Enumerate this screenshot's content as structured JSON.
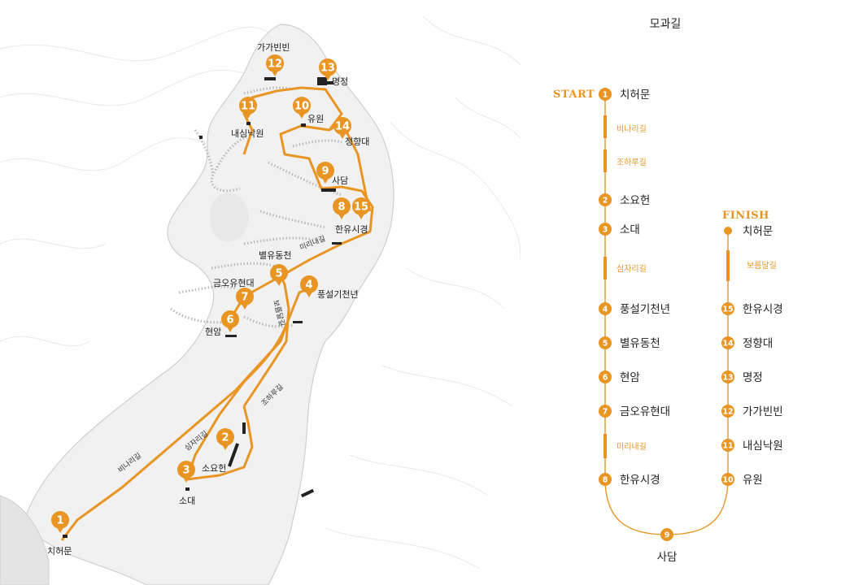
{
  "colors": {
    "accent": "#e89524",
    "terrain": "#e6e6e6",
    "trail": "#b5b5b5",
    "building": "#222222"
  },
  "map": {
    "places": [
      {
        "id": "chiheomun",
        "label": "치허문"
      },
      {
        "id": "sodae",
        "label": "소대"
      },
      {
        "id": "soyoheon",
        "label": "소요헌"
      },
      {
        "id": "hyeonam",
        "label": "현암"
      },
      {
        "id": "geumouhyeondae",
        "label": "금오유현대"
      },
      {
        "id": "byeolyudongcheon",
        "label": "별유동천"
      },
      {
        "id": "pungseolgicheonnyeon",
        "label": "풍설기천년"
      },
      {
        "id": "hanyusigyeong",
        "label": "한유시경"
      },
      {
        "id": "sadam",
        "label": "사담"
      },
      {
        "id": "jeonghyangdae",
        "label": "정향대"
      },
      {
        "id": "yuwon",
        "label": "유원"
      },
      {
        "id": "naesimnagwon",
        "label": "내심낙원"
      },
      {
        "id": "gagabinbin",
        "label": "가가빈빈"
      },
      {
        "id": "myeongjeong",
        "label": "명정"
      }
    ],
    "paths": [
      "비나리길",
      "심자리길",
      "조하루길",
      "미리내길",
      "보름달길"
    ],
    "pins": [
      "1",
      "2",
      "3",
      "4",
      "5",
      "6",
      "7",
      "8",
      "9",
      "10",
      "11",
      "12",
      "13",
      "14",
      "15"
    ]
  },
  "route": {
    "title": "모과길",
    "start": "START",
    "finish": "FINISH",
    "left_stops": [
      {
        "num": "1",
        "label": "치허문"
      },
      {
        "num": "2",
        "label": "소요헌"
      },
      {
        "num": "3",
        "label": "소대"
      },
      {
        "num": "4",
        "label": "풍설기천년"
      },
      {
        "num": "5",
        "label": "별유동천"
      },
      {
        "num": "6",
        "label": "현암"
      },
      {
        "num": "7",
        "label": "금오유현대"
      },
      {
        "num": "8",
        "label": "한유시경"
      }
    ],
    "bottom_stop": {
      "num": "9",
      "label": "사담"
    },
    "right_stops": [
      {
        "num": "15",
        "label": "한유시경"
      },
      {
        "num": "14",
        "label": "정향대"
      },
      {
        "num": "13",
        "label": "명정"
      },
      {
        "num": "12",
        "label": "가가빈빈"
      },
      {
        "num": "11",
        "label": "내심낙원"
      },
      {
        "num": "10",
        "label": "유원"
      }
    ],
    "finish_stop": {
      "label": "치허문"
    },
    "segments_left": [
      "비나리길",
      "조하루길",
      "심자리길",
      "미리내길"
    ],
    "segments_right": [
      "보름달길"
    ]
  }
}
